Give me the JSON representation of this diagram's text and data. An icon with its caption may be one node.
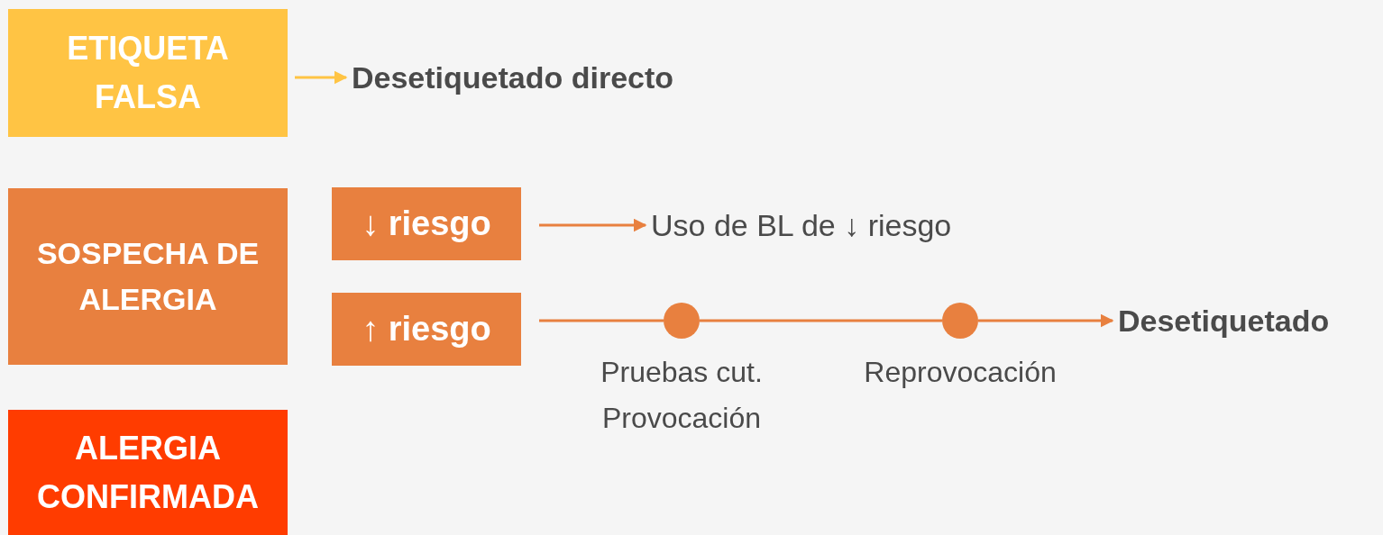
{
  "diagram": {
    "nodes": [
      {
        "text": [
          "ETIQUETA FALSA"
        ]
      },
      {
        "text": [
          "Desetiquetado directo"
        ]
      },
      {
        "text": [
          "SOSPECHA DE ALERGIA"
        ]
      },
      {
        "text": [
          "↓ riesgo"
        ]
      },
      {
        "text": [
          "Uso de BL de ↓ riesgo"
        ]
      },
      {
        "text": [
          "↑ riesgo"
        ]
      },
      {
        "text": [],
        "shape": "circle",
        "beside": [
          "Pruebas cut. Provocación"
        ]
      },
      {
        "text": [],
        "shape": "circle",
        "beside": [
          "Reprovocación"
        ]
      },
      {
        "text": [
          "Desetiquetado"
        ]
      },
      {
        "text": [
          "ALERGIA CONFIRMADA"
        ]
      }
    ],
    "edges": [
      {
        "from": 0,
        "to": 1,
        "arrow": "to",
        "color": "#ffc444"
      },
      {
        "from": 3,
        "to": 4,
        "arrow": "to"
      },
      {
        "from": 5,
        "to": 6,
        "arrow": "none"
      },
      {
        "from": 6,
        "to": 7,
        "arrow": "none"
      },
      {
        "from": 7,
        "to": 8,
        "arrow": "to"
      }
    ]
  }
}
